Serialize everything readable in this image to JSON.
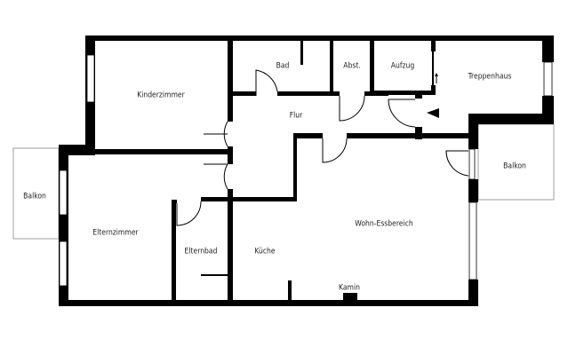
{
  "plan": {
    "rooms": {
      "kinderzimmer": "Kinderzimmer",
      "bad": "Bad",
      "abst": "Abst.",
      "aufzug": "Aufzug",
      "treppenhaus": "Treppenhaus",
      "flur": "Flur",
      "balkon_left": "Balkon",
      "balkon_right": "Balkon",
      "elternzimmer": "Elternzimmer",
      "elternbad": "Elternbad",
      "kueche": "Küche",
      "wohn_essbereich": "Wohn-Essbereich",
      "kamin": "Kamin"
    },
    "colors": {
      "wall": "#000000",
      "background": "#ffffff"
    },
    "icons": [
      "entrance-arrow-icon",
      "elevator-arrow-icon"
    ]
  }
}
